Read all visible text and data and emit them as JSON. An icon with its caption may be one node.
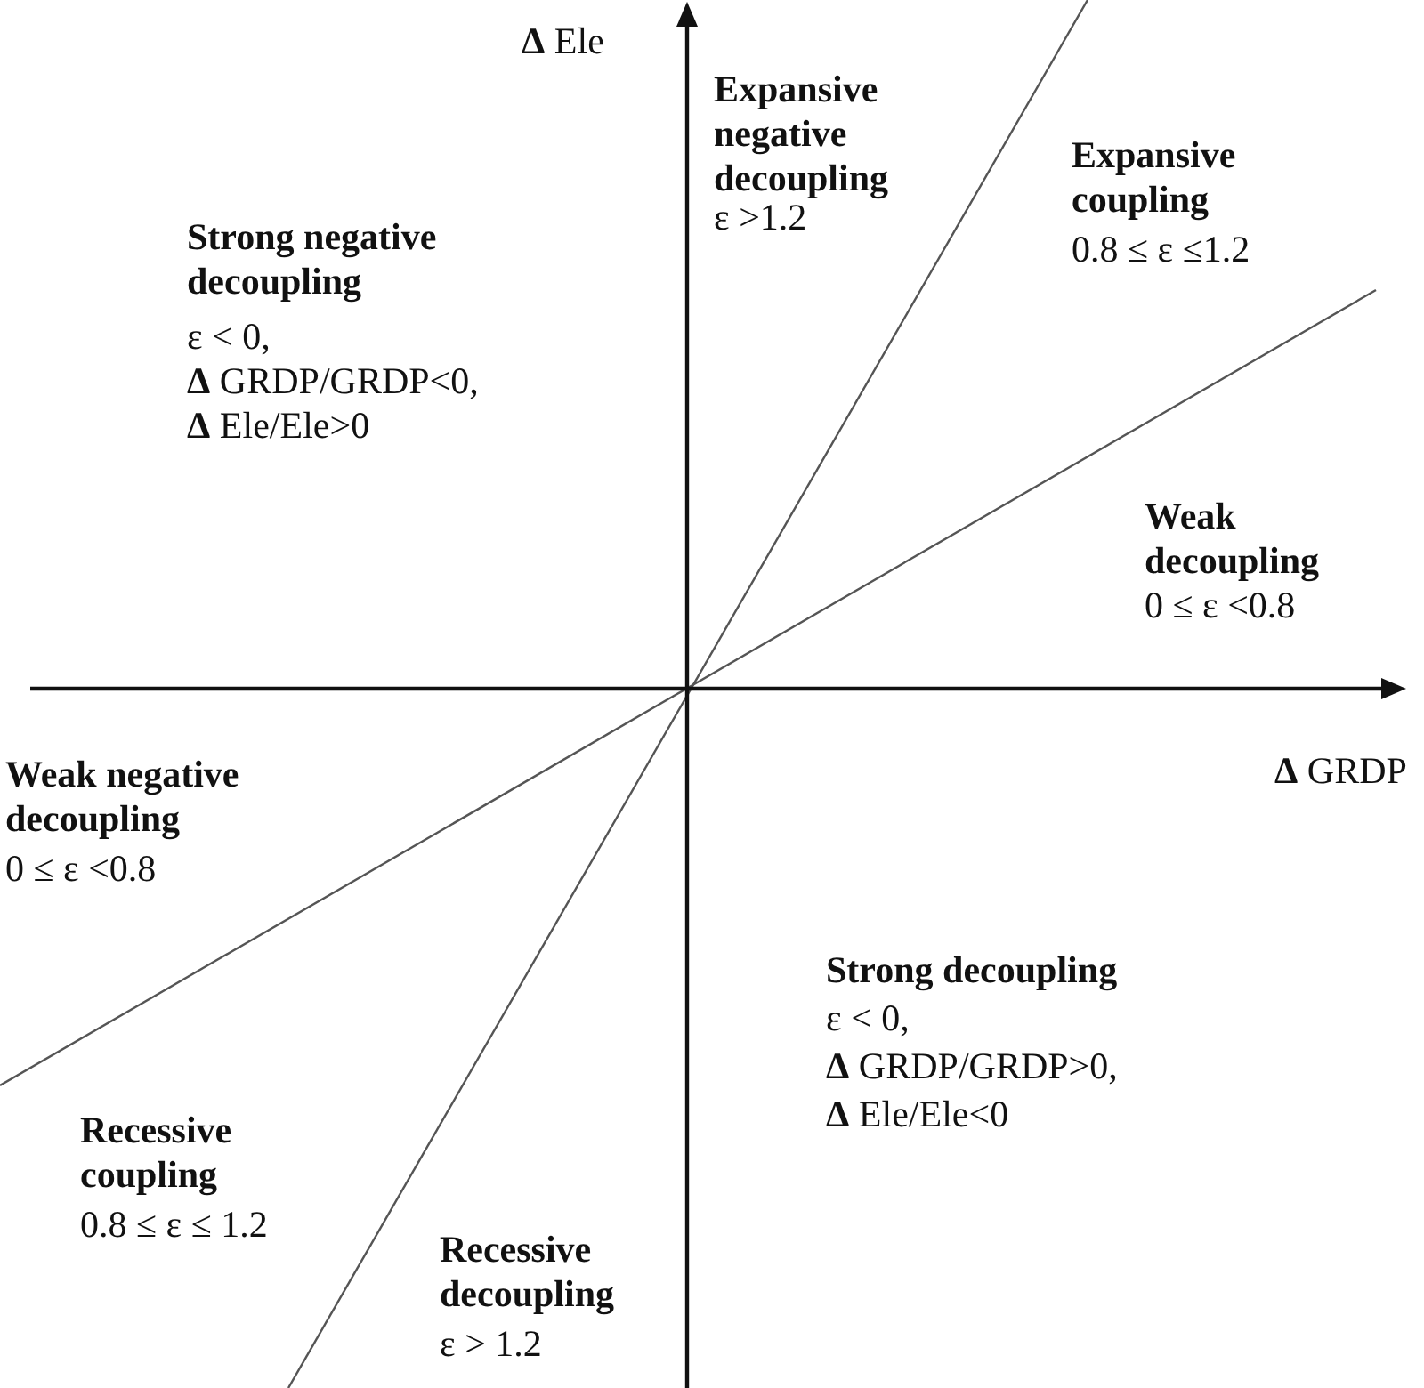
{
  "diagram": {
    "labels": [
      "**Δ** Ele",
      "Expansive negative decoupling",
      "ε >1.2",
      "Expansive coupling",
      "0.8 ≤ ε ≤1.2",
      "Strong negative decoupling",
      "ε < 0,",
      "**Δ** GRDP/GRDP<0,",
      "**Δ** Ele/Ele>0",
      "Weak decoupling",
      "0 ≤ ε <0.8",
      "Weak negative decoupling",
      "**Δ** GRDP",
      "0 ≤ ε <0.8",
      "Strong decoupling",
      "ε < 0,",
      "**Δ** GRDP/GRDP>0,",
      "**Δ** Ele/Ele<0",
      "Recessive coupling",
      "0.8 ≤ ε ≤ 1.2",
      "Recessive decoupling",
      "ε > 1.2"
    ]
  }
}
